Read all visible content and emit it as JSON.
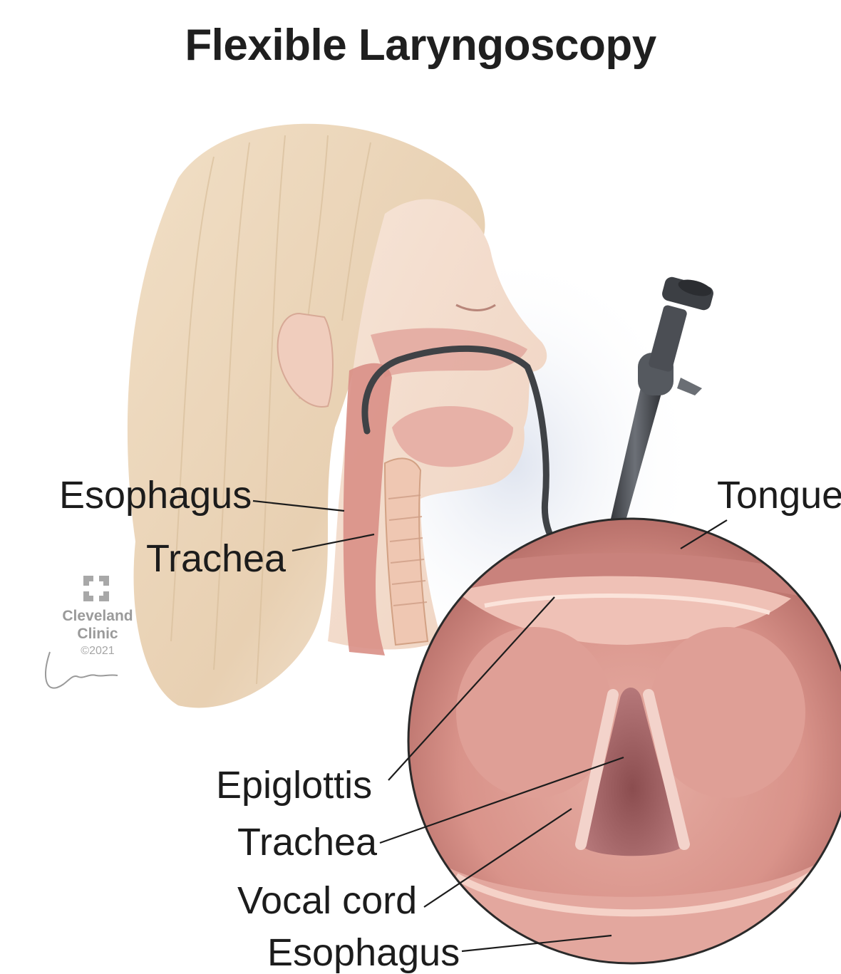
{
  "title": "Flexible Laryngoscopy",
  "labels": {
    "esophagus_side": "Esophagus",
    "trachea_side": "Trachea",
    "tongue": "Tongue",
    "epiglottis": "Epiglottis",
    "trachea_inset": "Trachea",
    "vocal_cord": "Vocal cord",
    "esophagus_inset": "Esophagus"
  },
  "credit": {
    "org_line1": "Cleveland",
    "org_line2": "Clinic",
    "copyright": "©2021"
  },
  "icons": [
    "cleveland-clinic-logo-icon",
    "artist-signature-icon",
    "laryngoscope-icon"
  ],
  "colors": {
    "hair": "#ecd7bc",
    "skin": "#f3dccd",
    "tissue": "#d89a92",
    "scope": "#4a4d52",
    "text": "#1c1c1c"
  }
}
